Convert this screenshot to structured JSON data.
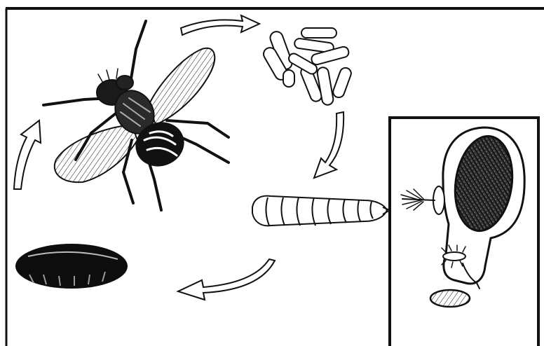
{
  "diagram": {
    "stages": [
      {
        "id": "adult-fly",
        "icon": "adult-fly-illustration"
      },
      {
        "id": "eggs",
        "icon": "eggs-cluster-illustration"
      },
      {
        "id": "larva",
        "icon": "maggot-larva-illustration"
      },
      {
        "id": "pupa",
        "icon": "pupa-illustration"
      }
    ],
    "arrows": [
      {
        "from": "adult-fly",
        "to": "eggs"
      },
      {
        "from": "eggs",
        "to": "larva"
      },
      {
        "from": "larva",
        "to": "pupa"
      },
      {
        "from": "pupa",
        "to": "adult-fly"
      }
    ],
    "inset": {
      "subject": "fly-head-side-view",
      "icon": "fly-head-closeup-illustration"
    }
  },
  "colors": {
    "ink": "#111111",
    "paper": "#ffffff"
  }
}
